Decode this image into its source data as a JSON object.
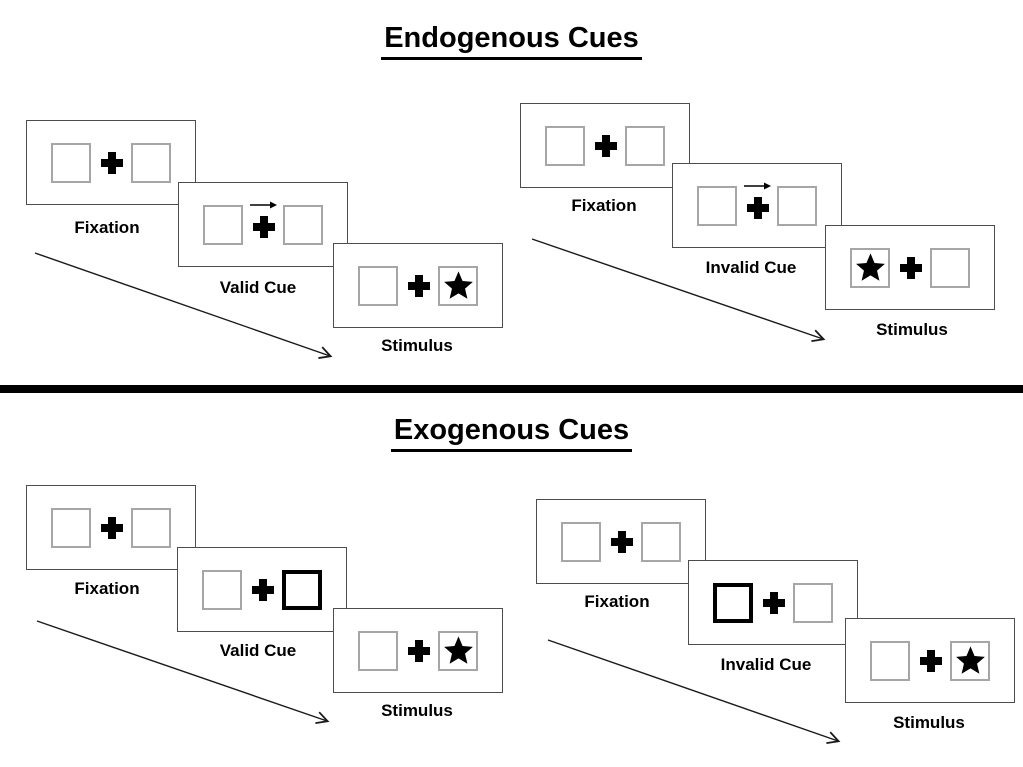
{
  "diagram": {
    "colors": {
      "background": "#ffffff",
      "panel_border": "#4d4d4d",
      "placeholder_box_border": "#a6a6a6",
      "ink": "#000000"
    },
    "sections": [
      {
        "title": "Endogenous Cues",
        "sequences": [
          {
            "name": "valid-trial",
            "panels": [
              {
                "label": "Fixation",
                "type": "fixation"
              },
              {
                "label": "Valid Cue",
                "type": "cue",
                "cue_icon": "arrow-right",
                "cued_side": "right"
              },
              {
                "label": "Stimulus",
                "type": "stimulus",
                "star_side": "right"
              }
            ]
          },
          {
            "name": "invalid-trial",
            "panels": [
              {
                "label": "Fixation",
                "type": "fixation"
              },
              {
                "label": "Invalid Cue",
                "type": "cue",
                "cue_icon": "arrow-right",
                "cued_side": "right"
              },
              {
                "label": "Stimulus",
                "type": "stimulus",
                "star_side": "left"
              }
            ]
          }
        ]
      },
      {
        "title": "Exogenous Cues",
        "sequences": [
          {
            "name": "valid-trial",
            "panels": [
              {
                "label": "Fixation",
                "type": "fixation"
              },
              {
                "label": "Valid Cue",
                "type": "cue",
                "cue_icon": "highlight-box",
                "cued_side": "right"
              },
              {
                "label": "Stimulus",
                "type": "stimulus",
                "star_side": "right"
              }
            ]
          },
          {
            "name": "invalid-trial",
            "panels": [
              {
                "label": "Fixation",
                "type": "fixation"
              },
              {
                "label": "Invalid Cue",
                "type": "cue",
                "cue_icon": "highlight-box",
                "cued_side": "left"
              },
              {
                "label": "Stimulus",
                "type": "stimulus",
                "star_side": "right"
              }
            ]
          }
        ]
      }
    ]
  }
}
